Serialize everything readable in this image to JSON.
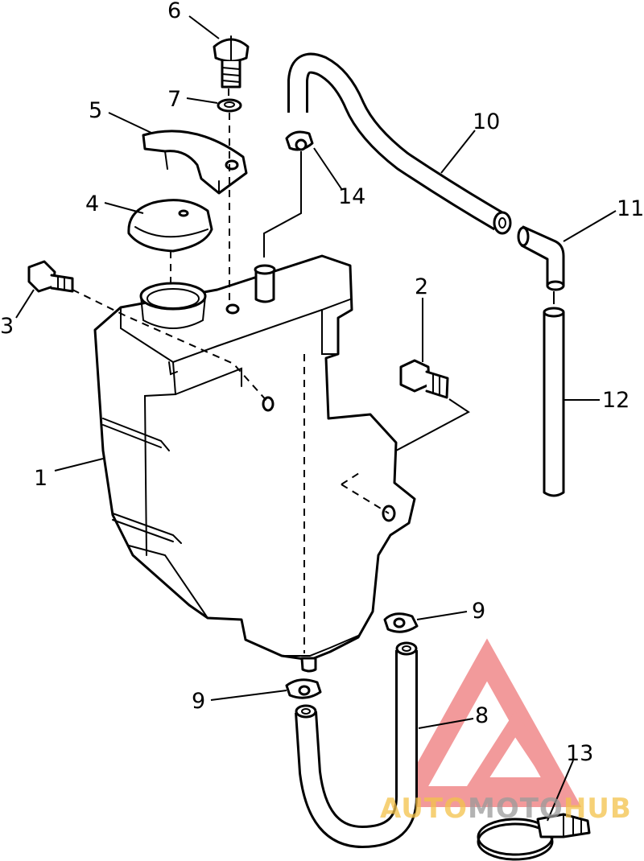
{
  "callouts": [
    "1",
    "2",
    "3",
    "4",
    "5",
    "6",
    "7",
    "8",
    "9",
    "9",
    "10",
    "11",
    "12",
    "13",
    "14"
  ],
  "watermark": {
    "part1": "AUTO",
    "part2": "MOTO",
    "part3": "HUB",
    "color_red": "#e8484a",
    "color_yellow": "#f3c24a",
    "color_grey": "#9a9a9a"
  },
  "colors": {
    "line": "#000000",
    "background": "#ffffff"
  }
}
